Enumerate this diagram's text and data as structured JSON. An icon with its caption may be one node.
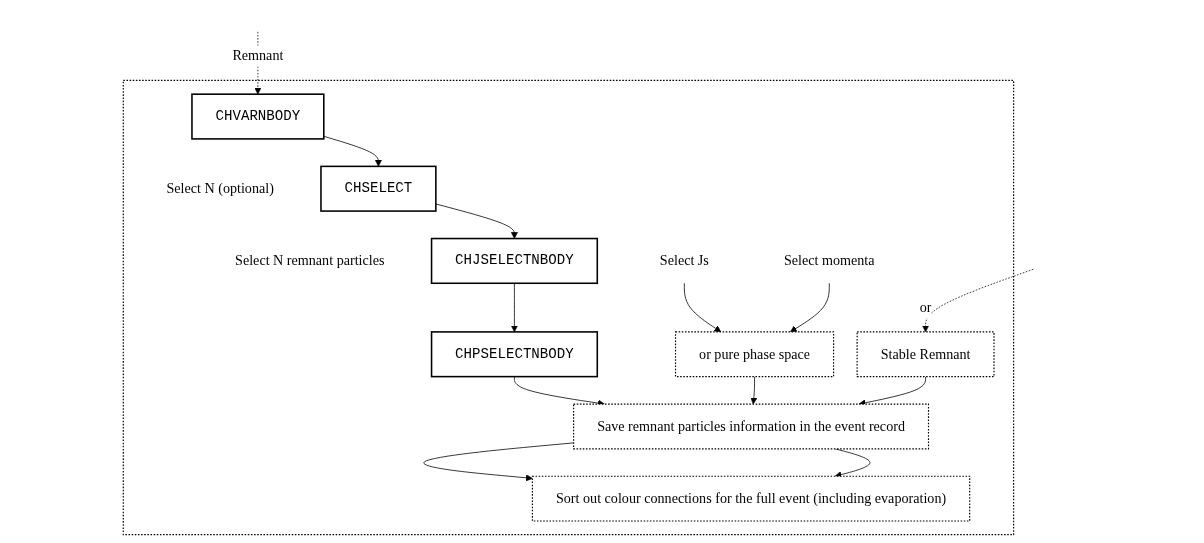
{
  "diagram": {
    "nodes": [
      {
        "text": [],
        "shape": "box"
      },
      {
        "text": [
          "CHVARNBODY"
        ],
        "in": 0,
        "beside": [
          "Select N (optional)"
        ]
      },
      {
        "text": [
          "Stable Remnant"
        ],
        "in": 0
      },
      {
        "text": [
          "CHSELECT"
        ],
        "in": 0,
        "beside": [
          "Select N remnant particles"
        ]
      },
      {
        "text": [
          "CHJSELECTNBODY"
        ],
        "in": 0
      },
      {
        "text": [
          "Select Js"
        ],
        "in": 0
      },
      {
        "text": [
          "or pure phase space"
        ],
        "in": 0
      },
      {
        "text": [
          "CHPSELECTNBODY"
        ],
        "in": 0
      },
      {
        "text": [
          "Select momenta"
        ],
        "in": 0
      },
      {
        "text": [
          "Save remnant particles information in the event record"
        ],
        "in": 0
      },
      {
        "text": [
          "Sort out colour connections for the full event (including evaporation)"
        ],
        "in": 0
      }
    ],
    "edges": [
      {
        "from": null,
        "to": 1,
        "arrow": "to",
        "label": "Remnant",
        "style": "dashed"
      },
      {
        "from": null,
        "to": 2,
        "arrow": "to",
        "label": "or",
        "style": "dashed"
      },
      {
        "from": 1,
        "to": 3,
        "arrow": "to"
      },
      {
        "from": 3,
        "to": 4,
        "arrow": "to"
      },
      {
        "from": 4,
        "to": 7,
        "arrow": "to"
      },
      {
        "from": 5,
        "to": 6,
        "arrow": "to"
      },
      {
        "from": 8,
        "to": 6,
        "arrow": "to"
      },
      {
        "from": 7,
        "to": 9,
        "arrow": "to"
      },
      {
        "from": 6,
        "to": 9,
        "arrow": "to"
      },
      {
        "from": 2,
        "to": 9,
        "arrow": "to"
      },
      {
        "from": 9,
        "to": 10,
        "arrow": "to"
      },
      {
        "from": 9,
        "to": 10,
        "arrow": "to"
      }
    ]
  }
}
